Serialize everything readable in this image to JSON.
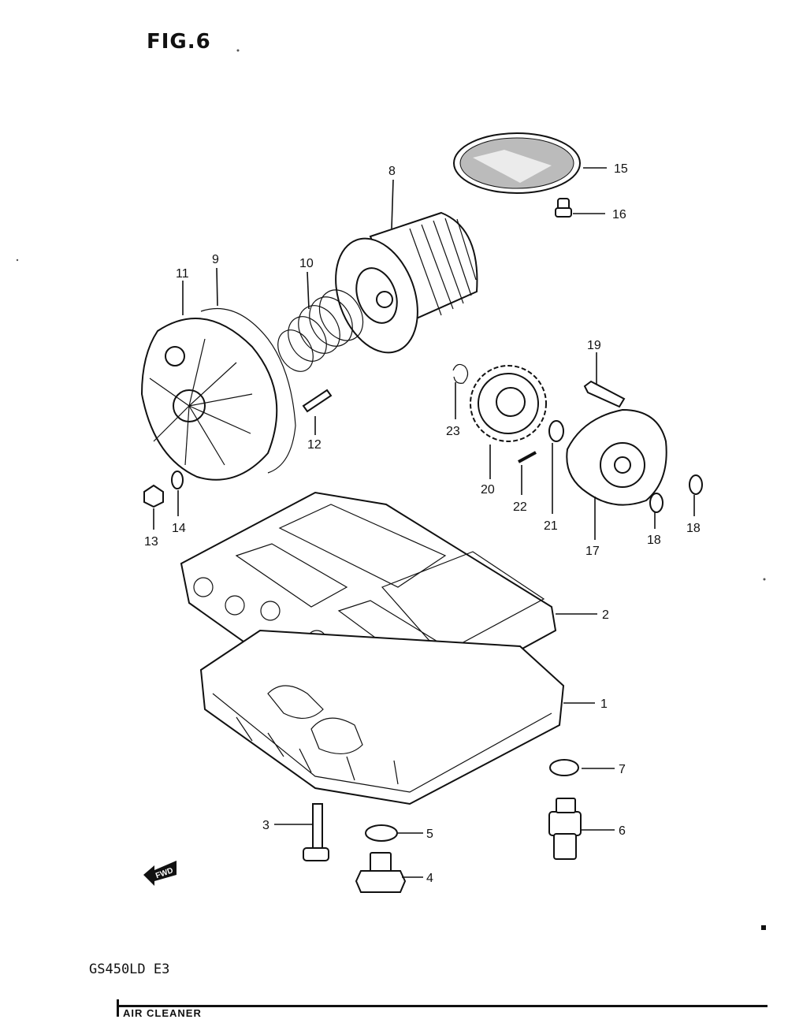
{
  "figure": {
    "title": "FIG.6"
  },
  "model": {
    "code": "GS450LD E3"
  },
  "footer": {
    "left": "AIR CLEANER",
    "mid": "",
    "right": ""
  },
  "fwd_label": "FWD",
  "callouts": {
    "p1": "1",
    "p2": "2",
    "p3": "3",
    "p4": "4",
    "p5": "5",
    "p6": "6",
    "p7": "7",
    "p8": "8",
    "p9": "9",
    "p10": "10",
    "p11": "11",
    "p12": "12",
    "p13": "13",
    "p14": "14",
    "p15": "15",
    "p16": "16",
    "p17": "17",
    "p18a": "18",
    "p18b": "18",
    "p19": "19",
    "p20": "20",
    "p21": "21",
    "p22": "22",
    "p23": "23"
  }
}
